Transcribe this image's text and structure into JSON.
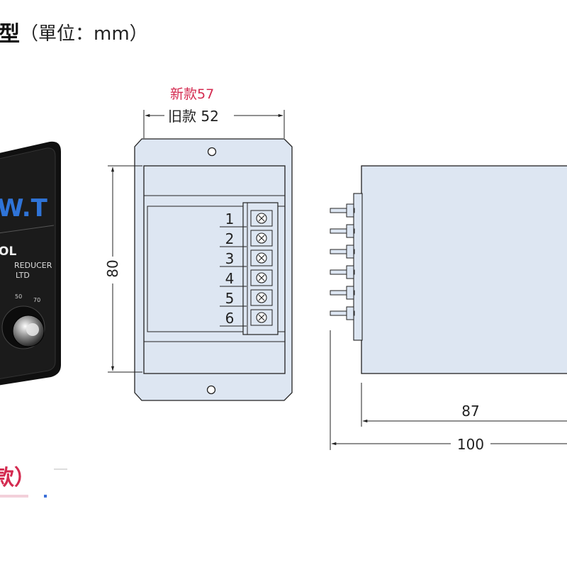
{
  "header": {
    "title_char": "型",
    "unit_note": "（單位：mm）"
  },
  "device_photo": {
    "brand": "W.T",
    "model_suffix": "OL",
    "line1": "REDUCER",
    "line2": "LTD",
    "dial_marks": [
      "50",
      "70"
    ]
  },
  "front_view": {
    "new_width_label": "新款57",
    "old_width_label": "旧款 52",
    "height_label": "80",
    "terminals": [
      "1",
      "2",
      "3",
      "4",
      "5",
      "6"
    ]
  },
  "side_view": {
    "body_depth_label": "87",
    "total_depth_label": "100"
  },
  "footer": {
    "partial_text": "款）"
  },
  "colors": {
    "panel_fill": "#dde6f2",
    "line": "#222222",
    "accent_red": "#d42b50",
    "photo_black": "#101010",
    "brand_blue": "#2f74d8"
  }
}
